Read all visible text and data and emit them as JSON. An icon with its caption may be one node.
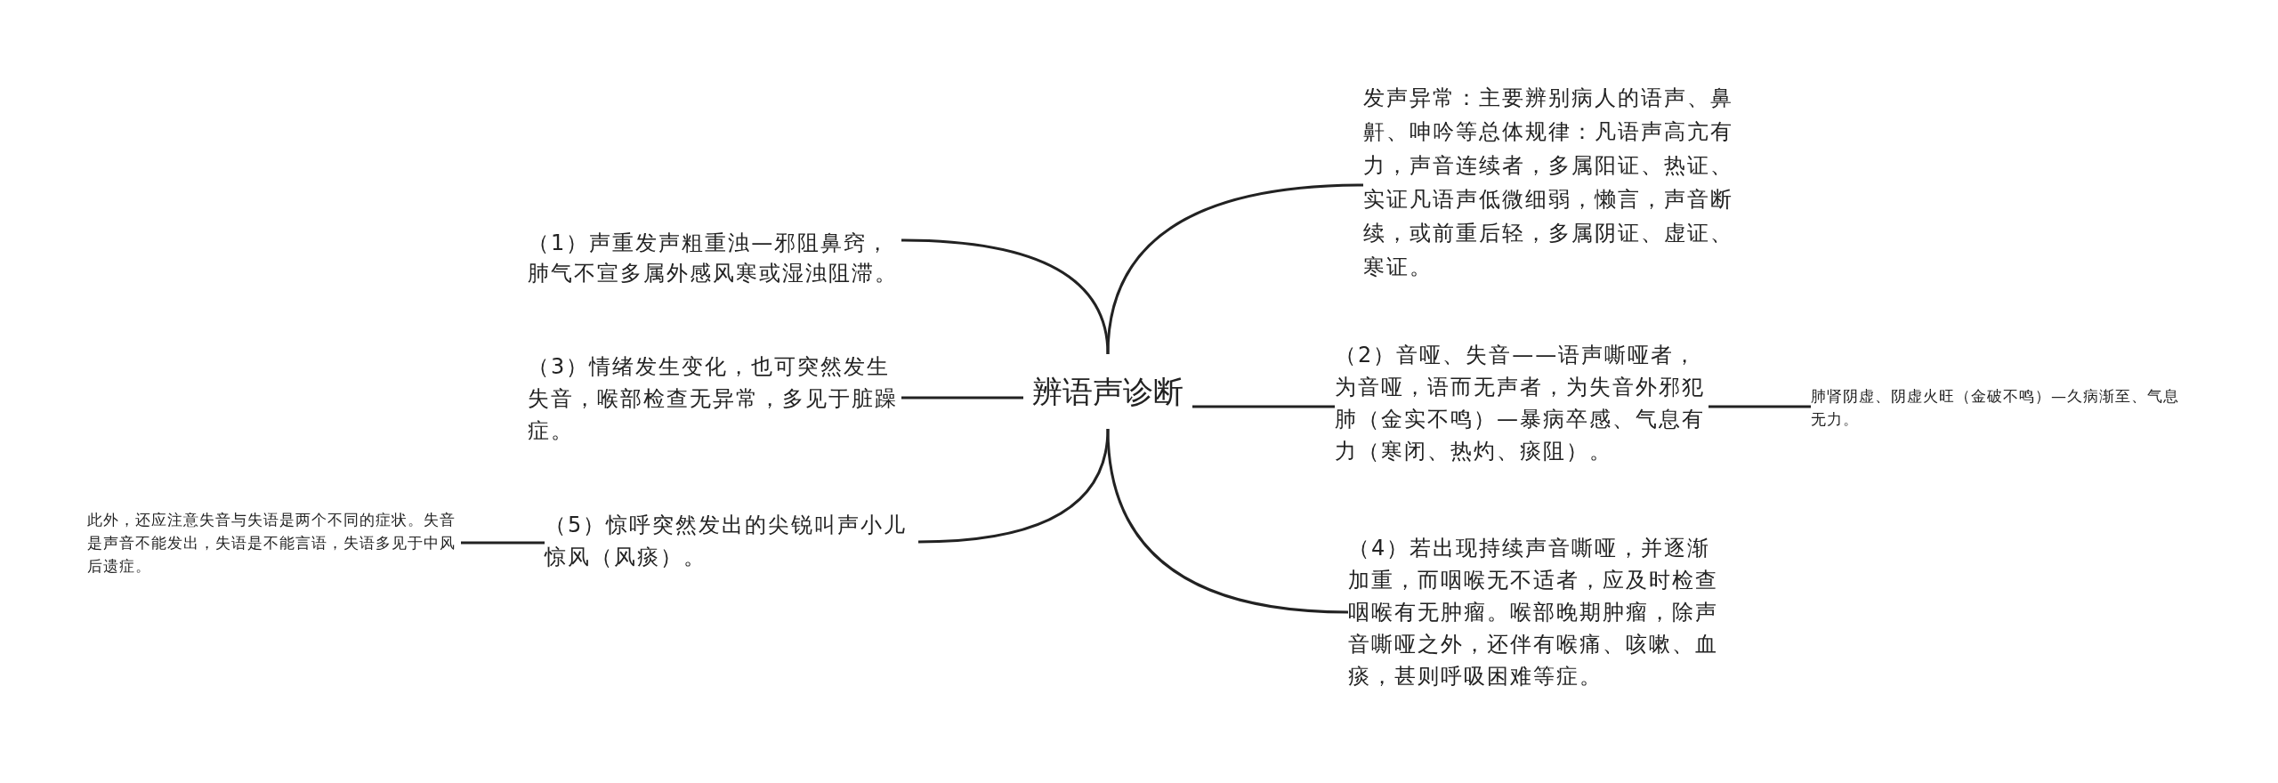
{
  "diagram": {
    "nodes": [
      {
        "text": [
          "辨语声诊断"
        ]
      },
      {
        "text": [
          "（1）声重发声粗重浊—邪阻鼻窍，肺气不宣多属外感风寒或湿浊阻滞。"
        ]
      },
      {
        "text": [
          "（3）情绪发生变化，也可突然发生失音，喉部检查无异常，多见于脏躁症。"
        ]
      },
      {
        "text": [
          "（5）惊呼突然发出的尖锐叫声小儿惊风（风痰）。"
        ]
      },
      {
        "text": [
          "此外，还应注意失音与失语是两个不同的症状。失音是声音不能发出，失语是不能言语，失语多见于中风后遗症。"
        ]
      },
      {
        "text": [
          "发声异常：主要辨别病人的语声、鼻鼾、呻吟等总体规律：凡语声高亢有力，声音连续者，多属阳证、热证、实证凡语声低微细弱，懒言，声音断续，或前重后轻，多属阴证、虚证、寒证。"
        ]
      },
      {
        "text": [
          "（2）音哑、失音——语声嘶哑者，为音哑，语而无声者，为失音外邪犯肺（金实不鸣）—暴病卒感、气息有力（寒闭、热灼、痰阻）。"
        ]
      },
      {
        "text": [
          "（4）若出现持续声音嘶哑，并逐渐加重，而咽喉无不适者，应及时检查咽喉有无肿瘤。喉部晚期肿瘤，除声音嘶哑之外，还伴有喉痛、咳嗽、血痰，甚则呼吸困难等症。"
        ]
      },
      {
        "text": [
          "肺肾阴虚、阴虚火旺（金破不鸣）—久病渐至、气息无力。"
        ]
      }
    ],
    "edges": [
      {
        "from": 0,
        "to": 1,
        "arrow": "none"
      },
      {
        "from": 0,
        "to": 2,
        "arrow": "none"
      },
      {
        "from": 0,
        "to": 3,
        "arrow": "none"
      },
      {
        "from": 3,
        "to": 4,
        "arrow": "none"
      },
      {
        "from": 0,
        "to": 5,
        "arrow": "none"
      },
      {
        "from": 0,
        "to": 6,
        "arrow": "none"
      },
      {
        "from": 0,
        "to": 7,
        "arrow": "none"
      },
      {
        "from": 6,
        "to": 8,
        "arrow": "none"
      }
    ]
  }
}
